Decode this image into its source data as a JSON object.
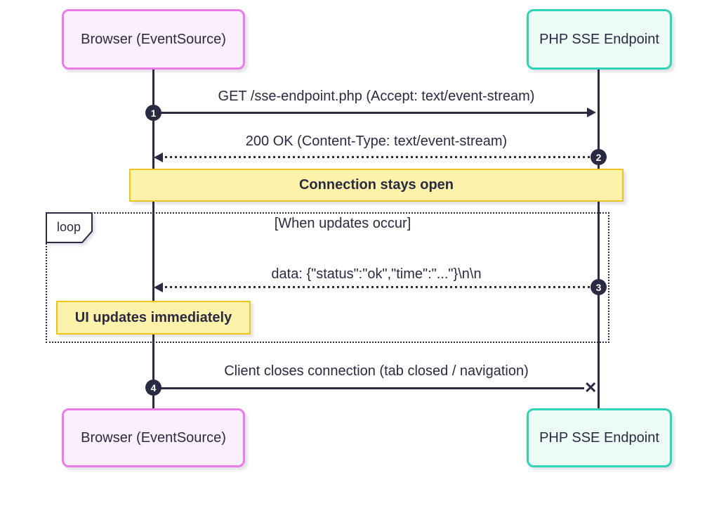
{
  "diagram": {
    "actors": {
      "client": "Browser (EventSource)",
      "server": "PHP SSE Endpoint"
    },
    "messages": [
      {
        "seq": "1",
        "text": "GET /sse-endpoint.php (Accept: text/event-stream)",
        "direction": "right",
        "style": "solid"
      },
      {
        "seq": "2",
        "text": "200 OK (Content-Type: text/event-stream)",
        "direction": "left",
        "style": "dotted"
      },
      {
        "seq": "3",
        "text": "data: {\"status\":\"ok\",\"time\":\"...\"}\\n\\n",
        "direction": "left",
        "style": "dotted"
      },
      {
        "seq": "4",
        "text": "Client closes connection (tab closed / navigation)",
        "direction": "right",
        "style": "solid-terminated"
      }
    ],
    "notes": [
      {
        "text": "Connection stays open",
        "span": "both-lifelines"
      },
      {
        "text": "UI updates immediately",
        "span": "client-lifeline"
      }
    ],
    "loop": {
      "label": "loop",
      "condition": "[When updates occur]"
    },
    "icons": {
      "terminate_x": "✕"
    },
    "colors": {
      "ink": "#2a2a42",
      "client_border": "#e87de8",
      "client_fill": "#fdeffd",
      "server_border": "#2fd3b6",
      "server_fill": "#edfbf7",
      "note_fill": "#fdf2a9",
      "note_border": "#eec31d"
    }
  }
}
